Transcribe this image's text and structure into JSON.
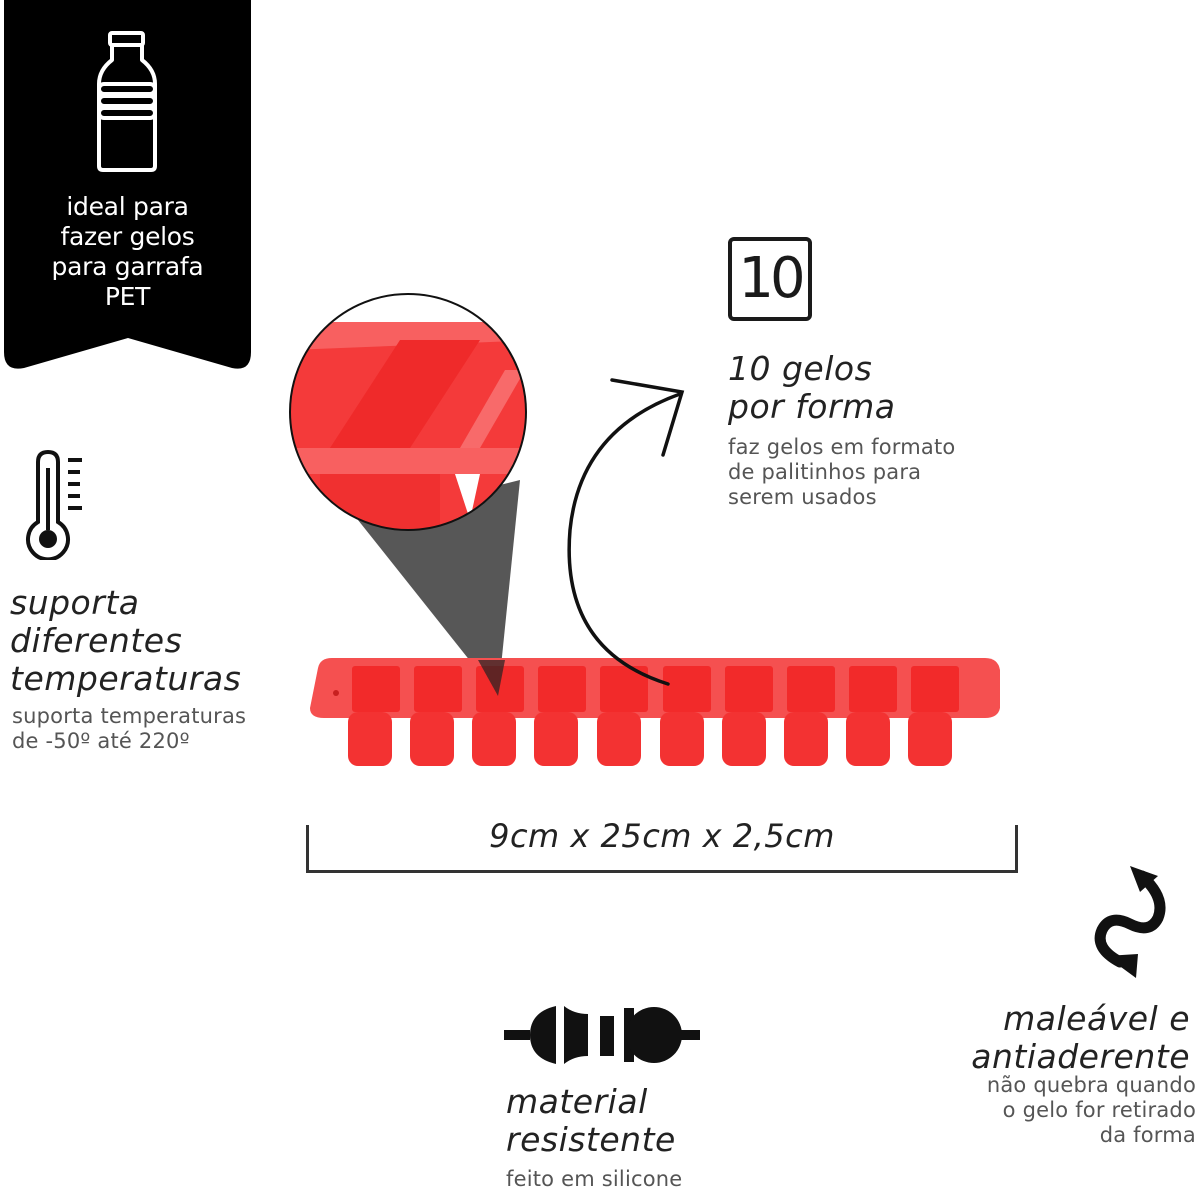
{
  "banner": {
    "icon": "pet-bottle-icon",
    "lines": [
      "ideal para",
      "fazer gelos",
      "para garrafa",
      "PET"
    ],
    "background": "#000000",
    "text_color": "#ffffff"
  },
  "features": {
    "count_block": {
      "icon": "number-10-box-icon",
      "icon_text": "10",
      "heading_lines": [
        "10 gelos",
        "por forma"
      ],
      "description_lines": [
        "faz gelos em formato",
        "de palitinhos para",
        "serem usados"
      ]
    },
    "temperature_block": {
      "icon": "thermometer-icon",
      "heading_lines": [
        "suporta",
        "diferentes",
        "temperaturas"
      ],
      "description_lines": [
        "suporta temperaturas",
        "de -50º até 220º"
      ]
    },
    "material_block": {
      "icon": "material-resistance-icon",
      "heading_lines": [
        "material",
        "resistente"
      ],
      "description_lines": [
        "feito em silicone"
      ]
    },
    "flexible_block": {
      "icon": "flexible-arrow-icon",
      "heading_lines": [
        "maleável e",
        "antiaderente"
      ],
      "description_lines": [
        "não quebra quando",
        "o gelo for retirado",
        "da forma"
      ]
    }
  },
  "product": {
    "name": "red-silicone-ice-tray",
    "color": "#f53a3a",
    "cavities": 10,
    "dimensions_label": "9cm x 25cm x 2,5cm"
  }
}
